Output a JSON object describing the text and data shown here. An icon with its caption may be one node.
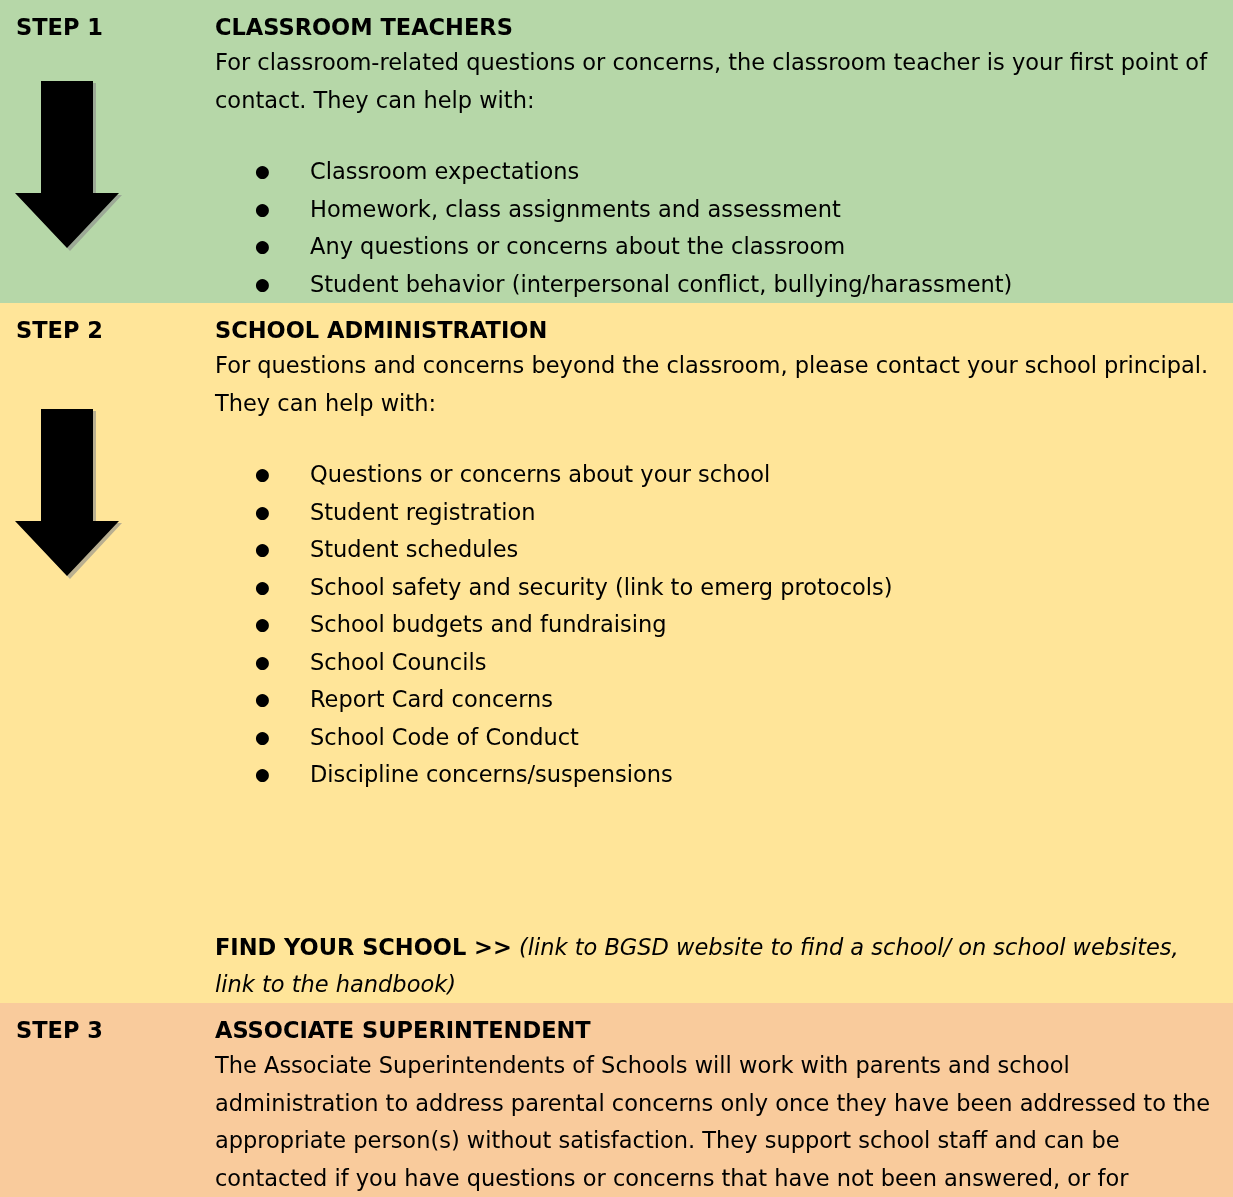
{
  "diagram": {
    "nodes": [
      {
        "text": [
          "STEP 1",
          "CLASSROOM TEACHERS",
          "For classroom-related questions or concerns, the classroom teacher is your first point of contact. They can help with:",
          "● Classroom expectations",
          "● Homework, class assignments and assessment",
          "● Any questions or concerns about the classroom",
          "● Student behavior (interpersonal conflict, bullying/harassment)"
        ]
      },
      {
        "text": [
          "STEP 2",
          "SCHOOL ADMINISTRATION",
          "For questions and concerns beyond the classroom, please contact your school principal. They can help with:",
          "● Questions or concerns about your school",
          "● Student registration",
          "● Student schedules",
          "● School safety and security (link to emerg protocols)",
          "● School budgets and fundraising",
          "● School Councils",
          "● Report Card concerns",
          "● School Code of Conduct",
          "● Discipline concerns/suspensions",
          "**FIND YOUR SCHOOL >>** *(link to BGSD website to find a school/ on school websites, link to the handbook)*"
        ]
      },
      {
        "text": [
          "STEP 3",
          "ASSOCIATE SUPERINTENDENT",
          "The  Associate Superintendents of Schools will work with parents and school administration to address parental concerns only once they have been addressed to the appropriate person(s) without satisfaction. They support school staff and can be contacted if you have questions or concerns that have not been answered, or for"
        ]
      }
    ]
  }
}
